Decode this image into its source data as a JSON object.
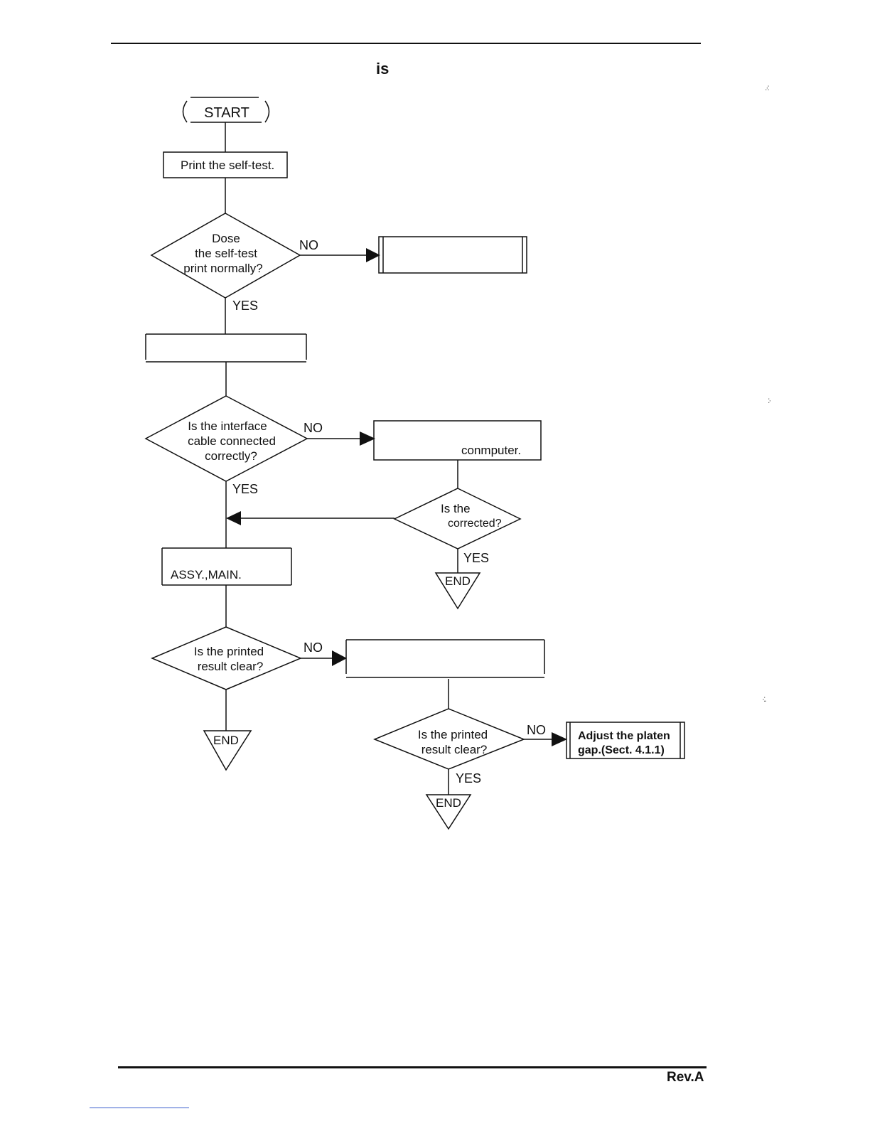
{
  "header": {
    "heading_fragment": "is"
  },
  "flowchart": {
    "start_label": "START",
    "boxes": {
      "self_test": "Print the self-test.",
      "blank_no_1": "",
      "blank_yes_1": "",
      "check_computer": "conmputer.",
      "replace_main": "ASSY.,MAIN.",
      "blank_no_3": "",
      "adjust_gap_line1": "Adjust the platen",
      "adjust_gap_line2": "gap.(Sect. 4.1.1)"
    },
    "decisions": {
      "self_test_normal": [
        "Dose",
        "the self-test",
        "print normally?"
      ],
      "interface_cable": [
        "Is the interface",
        "cable connected",
        "correctly?"
      ],
      "corrected": [
        "Is the",
        "corrected?"
      ],
      "printed_clear_1": [
        "Is the printed",
        "result clear?"
      ],
      "printed_clear_2": [
        "Is the printed",
        "result clear?"
      ]
    },
    "labels": {
      "no": "NO",
      "yes": "YES",
      "end": "END"
    }
  },
  "footer": {
    "revision": "Rev.A"
  }
}
